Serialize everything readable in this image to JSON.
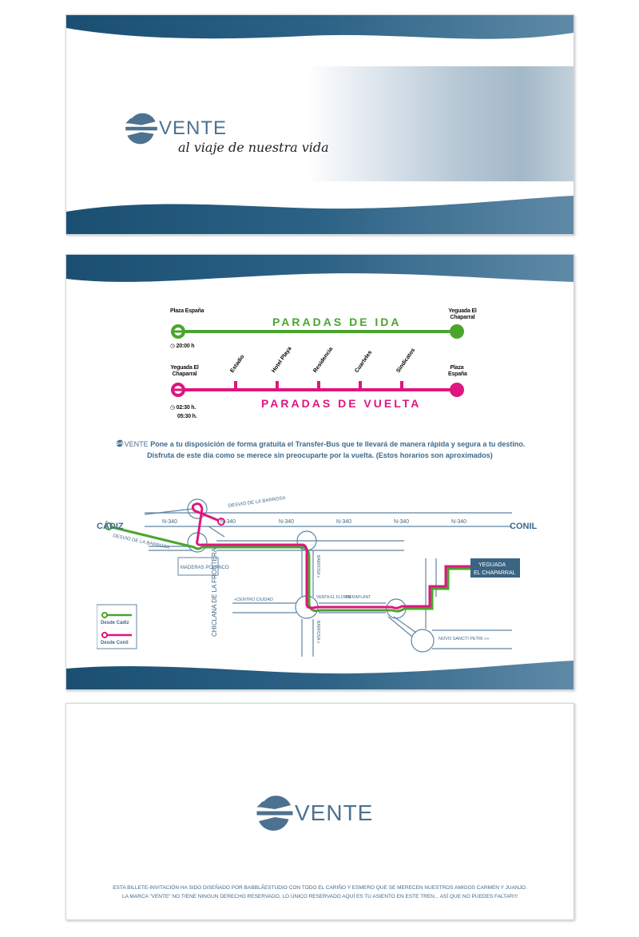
{
  "brand": {
    "name": "VENTE",
    "tagline": "al viaje de nuestra vida"
  },
  "colors": {
    "navy": "#1f5577",
    "blue": "#4d7190",
    "green": "#4aa52e",
    "magenta": "#e0157f"
  },
  "ida": {
    "title": "PARADAS DE IDA",
    "origin": "Plaza España",
    "destination": "Yeguada El Chaparral",
    "time": "20:00 h"
  },
  "vuelta": {
    "title": "PARADAS DE VUELTA",
    "origin": "Yeguada El Chaparral",
    "destination": "Plaza España",
    "times": [
      "02:30 h.",
      "05:30 h."
    ],
    "stops": [
      "Estadio",
      "Hotel Playa",
      "Residencia",
      "Cuarteles",
      "Sindicatos"
    ]
  },
  "info": {
    "line1": "Pone a tu disposición de forma gratuita el Transfer-Bus que te llevará de manera rápida y segura a tu destino.",
    "line2": "Disfruta de este día como se merece sin preocuparte por la vuelta. (Estos horarios son aproximados)"
  },
  "map": {
    "cadiz": "CÁDIZ",
    "conil": "CONIL",
    "road": "N-340",
    "desvio1": "DESVIO DE LA BARROSA",
    "desvio2": "DESVIO DE LA BARROSA",
    "maderas": "MADERAS POLANCO",
    "chiclana": "CHICLANA DE LA FRONTERA",
    "centro": "«CENTRO CIUDAD",
    "barrosa1": "BARROSA »",
    "barrosa2": "BARROSA »",
    "venta": "VENTA EL FLORIN",
    "infraplant": "INFRAPLANT",
    "sancti": "NOVO SANCTI PETRI »»",
    "yeguada1": "YEGUADA",
    "yeguada2": "EL CHAPARRAL",
    "legend_cadiz": "Desde Cádiz",
    "legend_conil": "Desde Conil"
  },
  "footer": {
    "line1": "ESTA BILLETE-INVITACIÓN HA SIDO DISEÑADO POR BABBLÃESTUDIO CON TODO EL CARIÑO Y ESMERO QUE SE MERECEN NUESTROS AMIGOS CARMEN Y JUANJO.",
    "line2": "LA MARCA \"VENTE\" NO TIENE NINGUN DERECHO RESERVADO, LO ÚNICO RESERVADO AQUÍ ES TU ASIENTO EN ESTE TREN... ASÍ QUE NO PUEDES FALTAR!!!"
  }
}
